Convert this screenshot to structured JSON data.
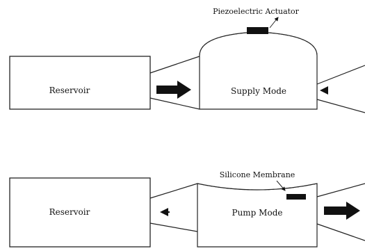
{
  "supply_panel": {
    "callout": "Piezoelectric Actuator",
    "reservoir_label": "Reservoir",
    "chamber_label": "Supply Mode"
  },
  "pump_panel": {
    "callout": "Silicone Membrane",
    "reservoir_label": "Reservoir",
    "chamber_label": "Pump Mode"
  },
  "colors": {
    "line": "#222222",
    "ink": "#111111",
    "background": "#ffffff"
  }
}
